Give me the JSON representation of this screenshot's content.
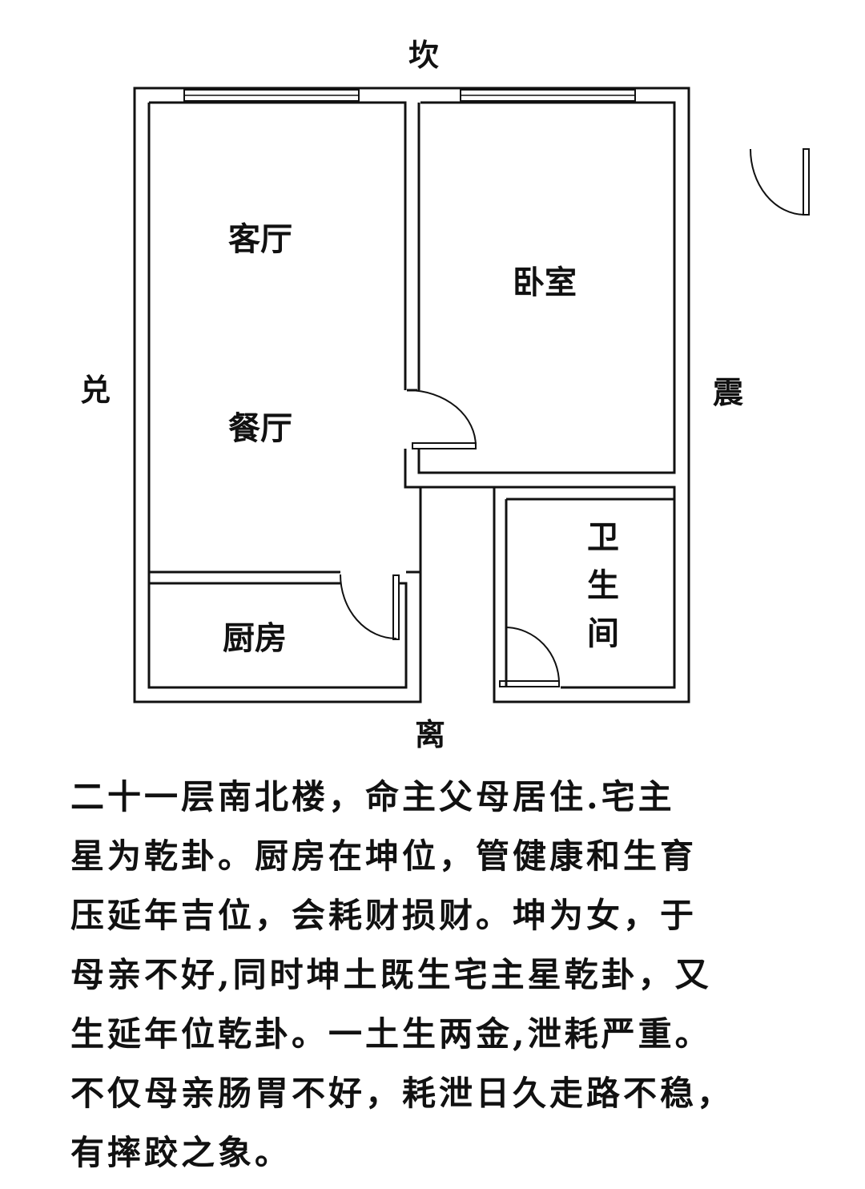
{
  "directions": {
    "north": "坎",
    "south": "离",
    "west": "兑",
    "east": "震"
  },
  "rooms": {
    "living": "客厅",
    "dining": "餐厅",
    "bedroom": "卧室",
    "kitchen": "厨房",
    "bathroom": [
      "卫",
      "生",
      "间"
    ]
  },
  "caption": [
    "二十一层南北楼，命主父母居住.宅主",
    "星为乾卦。厨房在坤位，管健康和生育",
    "压延年吉位，会耗财损财。坤为女，于",
    "母亲不好,同时坤土既生宅主星乾卦，又",
    "生延年位乾卦。一土生两金,泄耗严重。",
    "不仅母亲肠胃不好，耗泄日久走路不稳，",
    "有摔跤之象。"
  ]
}
